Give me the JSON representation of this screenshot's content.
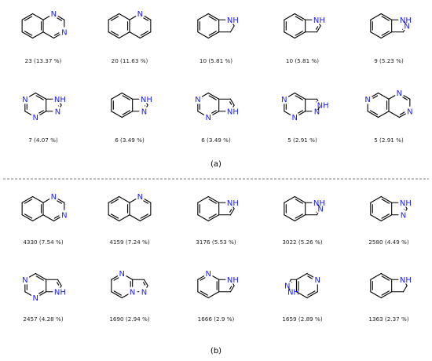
{
  "panels": [
    {
      "label": "(a)",
      "rows": [
        [
          {
            "type": "quinazoline",
            "caption": "23 (13.37 %)"
          },
          {
            "type": "quinoline",
            "caption": "20 (11.63 %)"
          },
          {
            "type": "indoline",
            "caption": "10 (5.81 %)"
          },
          {
            "type": "indole",
            "caption": "10 (5.81 %)"
          },
          {
            "type": "indazole",
            "caption": "9 (5.23 %)"
          }
        ],
        [
          {
            "type": "purine",
            "caption": "7 (4.07 %)"
          },
          {
            "type": "benzimidazole",
            "caption": "6 (3.49 %)"
          },
          {
            "type": "pyrrolopyrimidine",
            "caption": "6 (3.49 %)"
          },
          {
            "type": "pyrazolopyrimidine",
            "caption": "5 (2.91 %)"
          },
          {
            "type": "pyridopyrimidine",
            "caption": "5 (2.91 %)"
          }
        ]
      ]
    },
    {
      "label": "(b)",
      "rows": [
        [
          {
            "type": "quinazoline",
            "caption": "4330 (7.54 %)"
          },
          {
            "type": "quinoline",
            "caption": "4159 (7.24 %)"
          },
          {
            "type": "indole",
            "caption": "3176 (5.53 %)"
          },
          {
            "type": "indazole",
            "caption": "3022 (5.26 %)"
          },
          {
            "type": "benzimidazole",
            "caption": "2580 (4.49 %)"
          }
        ],
        [
          {
            "type": "pyrrolopyrimidine",
            "caption": "2457 (4.28 %)"
          },
          {
            "type": "pyrazolopyrimidine2",
            "caption": "1690 (2.94 %)"
          },
          {
            "type": "pyrrolopyridine",
            "caption": "1666 (2.9 %)"
          },
          {
            "type": "pyrazolopyridine",
            "caption": "1659 (2.89 %)"
          },
          {
            "type": "indoline",
            "caption": "1363 (2.37 %)"
          }
        ]
      ]
    }
  ],
  "atom_labels": {
    "n": "N",
    "nh": "NH"
  },
  "colors": {
    "bond": "#000000",
    "hetero": "#1a1aff",
    "caption": "#222222",
    "divider": "#555555"
  }
}
